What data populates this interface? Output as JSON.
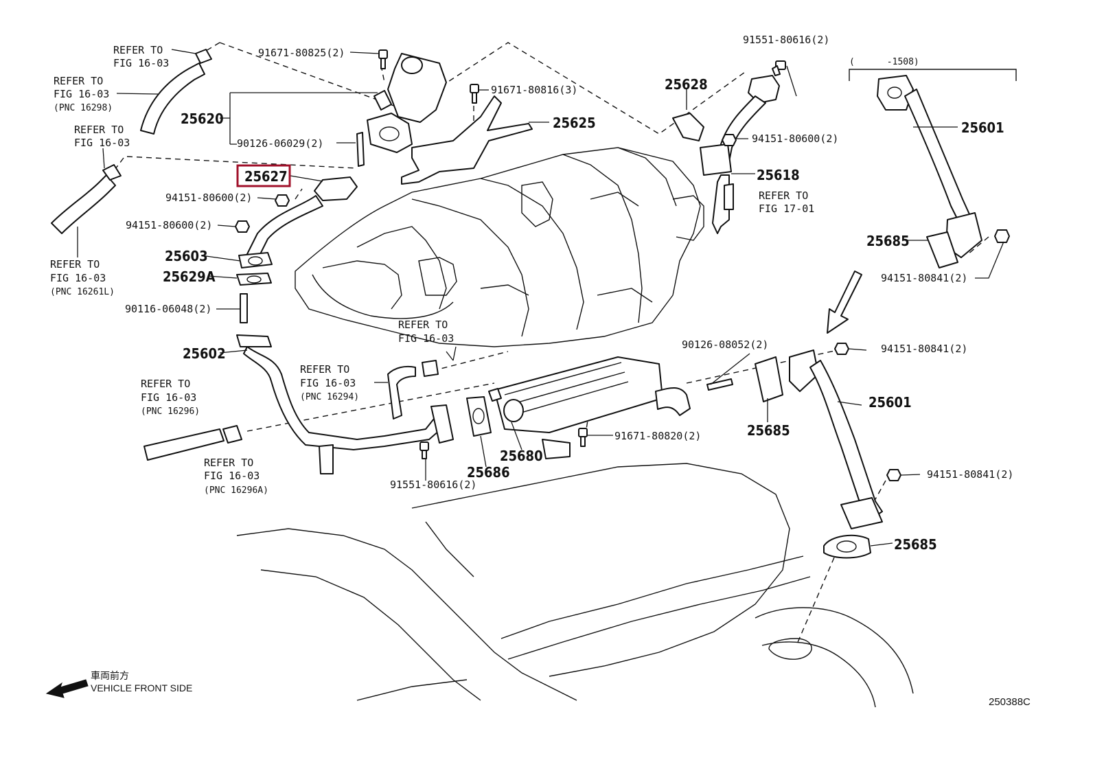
{
  "diagram": {
    "figure_code": "250388C",
    "highlighted_part": "25627",
    "front_side": {
      "label_jp": "車両前方",
      "label_en": "VEHICLE FRONT SIDE"
    },
    "date_range": "(      -1508)",
    "parts": {
      "p25620": "25620",
      "p25627": "25627",
      "p25603": "25603",
      "p25629a": "25629A",
      "p25602": "25602",
      "p25625": "25625",
      "p25628": "25628",
      "p25618": "25618",
      "p25601a": "25601",
      "p25685a": "25685",
      "p25601b": "25601",
      "p25685b": "25685",
      "p25685c": "25685",
      "p25680": "25680",
      "p25686": "25686"
    },
    "fasteners": {
      "f91671_80825": "91671-80825(2)",
      "f90126_06029": "90126-06029(2)",
      "f91671_80816": "91671-80816(3)",
      "f94151_80600_a": "94151-80600(2)",
      "f94151_80600_b": "94151-80600(2)",
      "f94151_80600_c": "94151-80600(2)",
      "f90116_06048": "90116-06048(2)",
      "f91551_80616_a": "91551-80616(2)",
      "f91551_80616_b": "91551-80616(2)",
      "f94151_80841_a": "94151-80841(2)",
      "f94151_80841_b": "94151-80841(2)",
      "f94151_80841_c": "94151-80841(2)",
      "f90126_08052": "90126-08052(2)",
      "f91671_80820": "91671-80820(2)"
    },
    "refs": {
      "r1": [
        "REFER TO",
        "FIG 16-03"
      ],
      "r2": [
        "REFER TO",
        "FIG 16-03",
        "(PNC 16298)"
      ],
      "r3": [
        "REFER TO",
        "FIG 16-03"
      ],
      "r4": [
        "REFER TO",
        "FIG 16-03",
        "(PNC 16261L)"
      ],
      "r5": [
        "REFER TO",
        "FIG 16-03"
      ],
      "r6": [
        "REFER TO",
        "FIG 16-03",
        "(PNC 16294)"
      ],
      "r7": [
        "REFER TO",
        "FIG 16-03",
        "(PNC 16296)"
      ],
      "r8": [
        "REFER TO",
        "FIG 16-03",
        "(PNC 16296A)"
      ],
      "r9": [
        "REFER TO",
        "FIG 17-01"
      ]
    }
  }
}
